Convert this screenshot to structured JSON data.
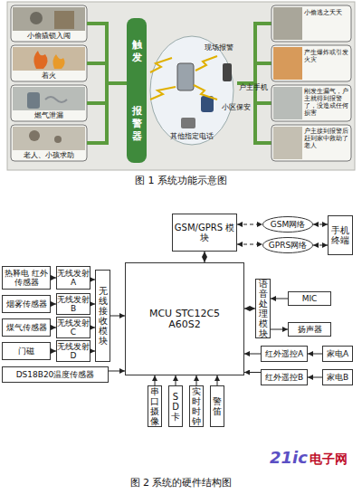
{
  "diagram": {
    "caption": "图 2 系统的硬件结构图",
    "nodes": [
      {
        "text": [
          "触发",
          "报警器"
        ]
      },
      {
        "text": [
          "GSM/GPRS 模块"
        ]
      },
      {
        "text": [
          "GSM网络"
        ]
      },
      {
        "text": [
          "GPRS网络"
        ]
      },
      {
        "text": [
          "手机终端"
        ]
      },
      {
        "text": [
          "热释电 红外传感器"
        ]
      },
      {
        "text": [
          "无线发射 A"
        ]
      },
      {
        "text": [
          "烟雾传感器"
        ]
      },
      {
        "text": [
          "无线发射 B"
        ]
      },
      {
        "text": [
          "煤气传感器"
        ]
      },
      {
        "text": [
          "无线发射 C"
        ]
      },
      {
        "text": [
          "门磁"
        ]
      },
      {
        "text": [
          "无线发射 D"
        ]
      },
      {
        "text": [
          "无线接收模块"
        ]
      },
      {
        "text": [
          "MCU STC12C5A60S2"
        ]
      },
      {
        "text": [
          "DS18B20温度传感器"
        ]
      },
      {
        "text": [
          "语音处理模块"
        ]
      },
      {
        "text": [
          "MIC"
        ]
      },
      {
        "text": [
          "扬声器"
        ]
      },
      {
        "text": [
          "红外遥控A"
        ]
      },
      {
        "text": [
          "家电A"
        ]
      },
      {
        "text": [
          "红外遥控B"
        ]
      },
      {
        "text": [
          "家电B"
        ]
      },
      {
        "text": [
          "串口摄像"
        ]
      },
      {
        "text": [
          "SD卡"
        ]
      },
      {
        "text": [
          "实时时钟"
        ]
      },
      {
        "text": [
          "警笛"
        ]
      }
    ],
    "edges": [
      {
        "from": 1,
        "to": 14,
        "arrow": "both"
      },
      {
        "from": 1,
        "to": 2,
        "arrow": "both"
      },
      {
        "from": 1,
        "to": 3,
        "arrow": "both"
      },
      {
        "from": 2,
        "to": 4,
        "arrow": "both"
      },
      {
        "from": 3,
        "to": 4,
        "arrow": "both"
      },
      {
        "from": 5,
        "to": 6,
        "arrow": "to"
      },
      {
        "from": 7,
        "to": 8,
        "arrow": "to"
      },
      {
        "from": 9,
        "to": 10,
        "arrow": "to"
      },
      {
        "from": 11,
        "to": 12,
        "arrow": "to"
      },
      {
        "from": 6,
        "to": 13,
        "arrow": "to"
      },
      {
        "from": 8,
        "to": 13,
        "arrow": "to"
      },
      {
        "from": 10,
        "to": 13,
        "arrow": "to"
      },
      {
        "from": 12,
        "to": 13,
        "arrow": "to"
      },
      {
        "from": 13,
        "to": 14,
        "arrow": "to"
      },
      {
        "from": 15,
        "to": 14,
        "arrow": "to"
      },
      {
        "from": 16,
        "to": 14,
        "arrow": "both"
      },
      {
        "from": 17,
        "to": 16,
        "arrow": "to"
      },
      {
        "from": 16,
        "to": 18,
        "arrow": "to"
      },
      {
        "from": 19,
        "to": 14,
        "arrow": "to"
      },
      {
        "from": 20,
        "to": 19,
        "arrow": "to"
      },
      {
        "from": 21,
        "to": 14,
        "arrow": "to"
      },
      {
        "from": 22,
        "to": 21,
        "arrow": "to"
      },
      {
        "from": 23,
        "to": 14,
        "arrow": "to"
      },
      {
        "from": 24,
        "to": 14,
        "arrow": "to"
      },
      {
        "from": 25,
        "to": 14,
        "arrow": "to"
      },
      {
        "from": 26,
        "to": 14,
        "arrow": "to"
      }
    ],
    "labels": [
      "小偷撬锁入闯",
      "着火",
      "燃气泄漏",
      "老人、小孩求助",
      "现场报警",
      "户主手机",
      "小区保安",
      "其他指定电话",
      "小偷逃之夭夭",
      "产生爆炸或引发火灾",
      "刚发生漏气，户主就得到报警了，没造成任何损害",
      "户主接到报警后赶到家中救助了老人",
      "图 1 系统功能示意图",
      "21ic",
      "电子网"
    ]
  }
}
